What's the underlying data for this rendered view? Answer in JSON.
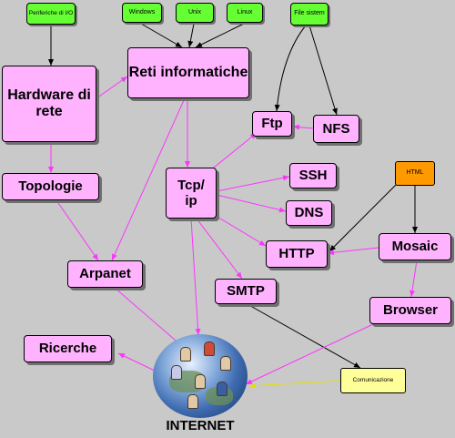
{
  "nodes": {
    "periferiche": "Periferiche di I/O",
    "windows": "Windows",
    "unix": "Unix",
    "linux": "Linux",
    "file_sistem": "File sistem",
    "hardware": "Hardware di rete",
    "reti": "Reti informatiche",
    "ftp": "Ftp",
    "nfs": "NFS",
    "topologie": "Topologie",
    "tcpip": "Tcp/ ip",
    "ssh": "SSH",
    "html": "HTML",
    "dns": "DNS",
    "http": "HTTP",
    "mosaic": "Mosaic",
    "arpanet": "Arpanet",
    "smtp": "SMTP",
    "browser": "Browser",
    "ricerche": "Ricerche",
    "comunicazione": "Comunicazione"
  },
  "internet_label": "INTERNET",
  "colors": {
    "background": "#c9c9c9",
    "concept_fill": "#ffb3ff",
    "os_fill": "#66ff33",
    "html_fill": "#ff9900",
    "comm_fill": "#ffff99",
    "pink_edge": "#ff33ff",
    "black_edge": "#000000",
    "yellow_edge": "#e0e000"
  }
}
